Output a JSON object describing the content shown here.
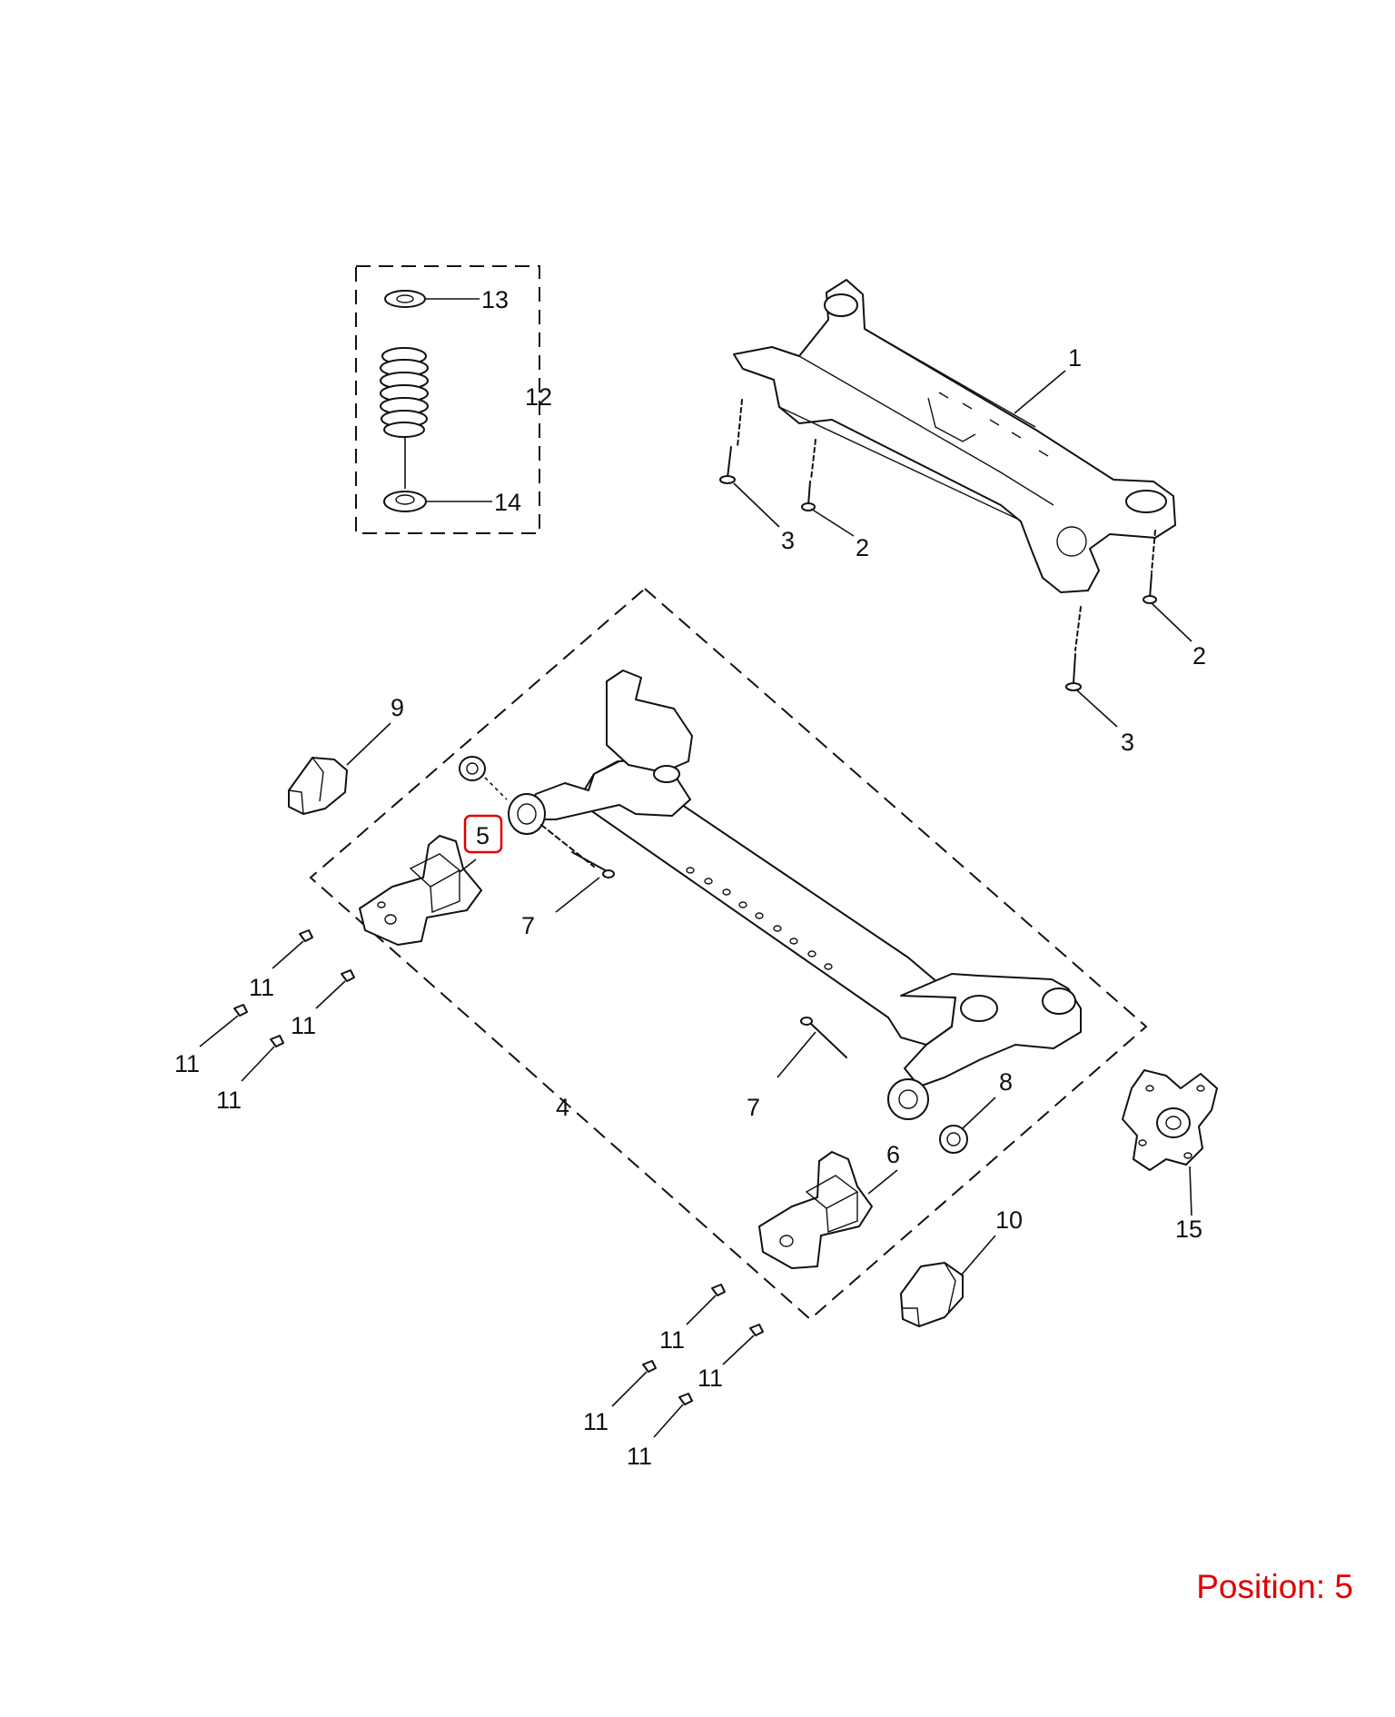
{
  "diagram": {
    "callouts": {
      "c1": "1",
      "c2a": "2",
      "c2b": "2",
      "c3a": "3",
      "c3b": "3",
      "c4": "4",
      "c5": "5",
      "c6": "6",
      "c7a": "7",
      "c7b": "7",
      "c8": "8",
      "c9": "9",
      "c10": "10",
      "c11a": "11",
      "c11b": "11",
      "c11c": "11",
      "c11d": "11",
      "c11e": "11",
      "c11f": "11",
      "c11g": "11",
      "c11h": "11",
      "c12": "12",
      "c13": "13",
      "c14": "14",
      "c15": "15"
    },
    "highlighted_callout": "5",
    "highlight_color": "#e00000"
  },
  "position": {
    "label": "Position: 5"
  }
}
